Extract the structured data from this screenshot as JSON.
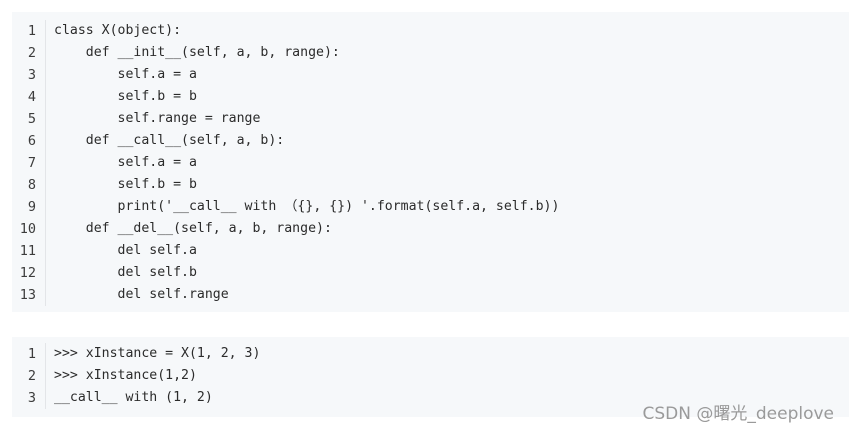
{
  "code_block_1": {
    "lines": [
      {
        "number": "1",
        "code": "class X(object):"
      },
      {
        "number": "2",
        "code": "    def __init__(self, a, b, range):"
      },
      {
        "number": "3",
        "code": "        self.a = a"
      },
      {
        "number": "4",
        "code": "        self.b = b"
      },
      {
        "number": "5",
        "code": "        self.range = range"
      },
      {
        "number": "6",
        "code": "    def __call__(self, a, b):"
      },
      {
        "number": "7",
        "code": "        self.a = a"
      },
      {
        "number": "8",
        "code": "        self.b = b"
      },
      {
        "number": "9",
        "code": "        print('__call__ with （{}, {}) '.format(self.a, self.b))"
      },
      {
        "number": "10",
        "code": "    def __del__(self, a, b, range):"
      },
      {
        "number": "11",
        "code": "        del self.a"
      },
      {
        "number": "12",
        "code": "        del self.b"
      },
      {
        "number": "13",
        "code": "        del self.range"
      }
    ]
  },
  "code_block_2": {
    "lines": [
      {
        "number": "1",
        "code": ">>> xInstance = X(1, 2, 3)"
      },
      {
        "number": "2",
        "code": ">>> xInstance(1,2)"
      },
      {
        "number": "3",
        "code": "__call__ with (1, 2)"
      }
    ]
  },
  "watermark": {
    "text": "CSDN @曙光_deeplove"
  },
  "colors": {
    "code_background": "#f6f8fa",
    "line_number": "#3c3c3c",
    "code_text": "#2b2b2b",
    "watermark": "#9a9a9a"
  }
}
